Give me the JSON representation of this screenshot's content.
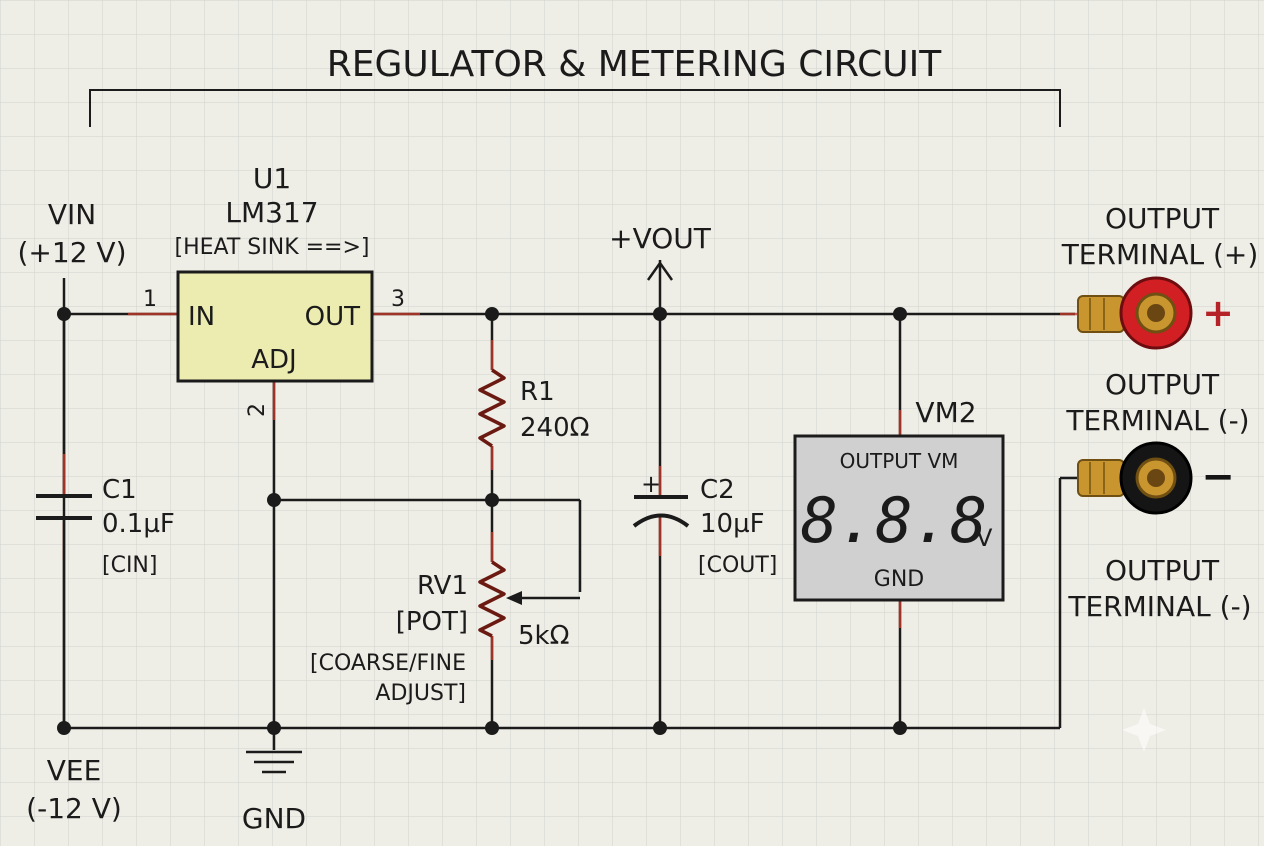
{
  "title": "REGULATOR & METERING CIRCUIT",
  "colors": {
    "background": "#efeee6",
    "grid": "#cfd2cf",
    "wire": "#1b1b1b",
    "ic_fill": "#ecebb0",
    "pin_tint": "#c0392b",
    "resistor": "#6b1a12",
    "meter_fill": "#cfd0cf",
    "terminal_red": "#d11f24",
    "terminal_black": "#151515",
    "terminal_brass": "#c9952f"
  },
  "vin": {
    "name": "VIN",
    "value": "(+12 V)"
  },
  "vee": {
    "name": "VEE",
    "value": "(-12 V)"
  },
  "u1": {
    "ref": "U1",
    "part": "LM317",
    "note": "[HEAT SINK ==>]",
    "pin_in": "IN",
    "pin_out": "OUT",
    "pin_adj": "ADJ",
    "pin1": "1",
    "pin2": "2",
    "pin3": "3"
  },
  "c1": {
    "ref": "C1",
    "value": "0.1µF",
    "note": "[CIN]"
  },
  "r1": {
    "ref": "R1",
    "value": "240Ω"
  },
  "rv1": {
    "ref": "RV1",
    "type": "[POT]",
    "value": "5kΩ",
    "note1": "[COARSE/FINE",
    "note2": "ADJUST]"
  },
  "vout": {
    "label": "+VOUT"
  },
  "c2": {
    "ref": "C2",
    "value": "10µF",
    "note": "[COUT]",
    "polarity": "+"
  },
  "vm2": {
    "ref": "VM2",
    "title": "OUTPUT VM",
    "display": "8.8.8",
    "unit": "V",
    "gnd": "GND"
  },
  "gnd": {
    "label": "GND"
  },
  "terminals": {
    "plus_line1": "OUTPUT",
    "plus_line2": "TERMINAL (+)",
    "plus_sign": "+",
    "minus_line1": "OUTPUT",
    "minus_line2": "TERMINAL (-)",
    "minus_sign": "−",
    "minus2_line1": "OUTPUT",
    "minus2_line2": "TERMINAL (-)"
  }
}
